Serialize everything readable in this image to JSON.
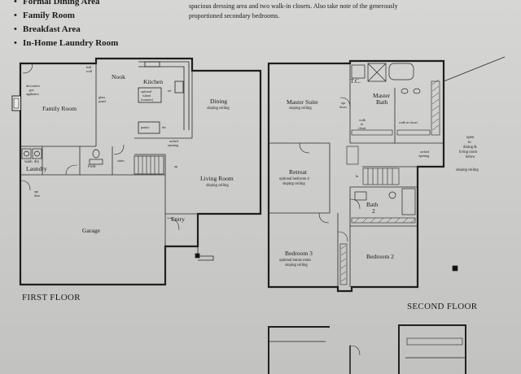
{
  "features": {
    "partial_top": "Formal Dining Area",
    "items": [
      "Family Room",
      "Breakfast Area",
      "In-Home Laundry Room"
    ]
  },
  "description": {
    "line1": "spacious dressing area and two walk-in closets. Also take note of the generously",
    "line2": "proportioned secondary bedrooms."
  },
  "first_floor": {
    "label": "FIRST FLOOR",
    "rooms": {
      "family_room": "Family Room",
      "fireplace_note_1": "decorative",
      "fireplace_note_2": "gas",
      "fireplace_note_3": "appliance",
      "nook": "Nook",
      "kitchen": "Kitchen",
      "kitchen_note_1": "optional",
      "kitchen_note_2": "island",
      "kitchen_note_3": "(counter)",
      "half_wall_1": "half",
      "half_wall_2": "wall",
      "glass_panel_1": "glass",
      "glass_panel_2": "panel",
      "dining": "Dining",
      "dining_note": "sloping ceiling",
      "arched_opening_1": "arched",
      "arched_opening_2": "opening",
      "living_room": "Living Room",
      "living_note": "sloping ceiling",
      "laundry": "Laundry",
      "wash": "wash",
      "dry": "dry",
      "powder": "Pwdr",
      "stair_word": "stairs",
      "up": "up",
      "opt_door_1": "opt",
      "opt_door_2": "door",
      "garage": "Garage",
      "entry": "Entry",
      "ref": "ref",
      "pantry": "pantry",
      "dw": "dw"
    }
  },
  "second_floor": {
    "label": "SECOND FLOOR",
    "rooms": {
      "master_suite": "Master Suite",
      "master_suite_note": "sloping ceiling",
      "master_bath_1": "Master",
      "master_bath_2": "Bath",
      "tc": "T.C.",
      "opt_doors_1": "opt",
      "opt_doors_2": "doors",
      "walk_in_closet_1": "walk",
      "walk_in_closet_2": "in",
      "walk_in_closet_3": "closet",
      "walk_in_closet_b": "walk in closet",
      "retreat": "Retreat",
      "retreat_note_1": "optional bedroom 4",
      "retreat_note_2": "sloping ceiling",
      "arched_opening_1": "arched",
      "arched_opening_2": "opening",
      "open_1": "open",
      "open_2": "to",
      "open_3": "dining &",
      "open_4": "living room",
      "open_5": "below",
      "open_6": "sloping ceiling",
      "ln": "ln",
      "bath_2_1": "Bath",
      "bath_2_2": "2",
      "bedroom_3": "Bedroom 3",
      "bedroom_3_note_1": "optional bonus room",
      "bedroom_3_note_2": "sloping ceiling",
      "bedroom_2": "Bedroom 2"
    }
  }
}
